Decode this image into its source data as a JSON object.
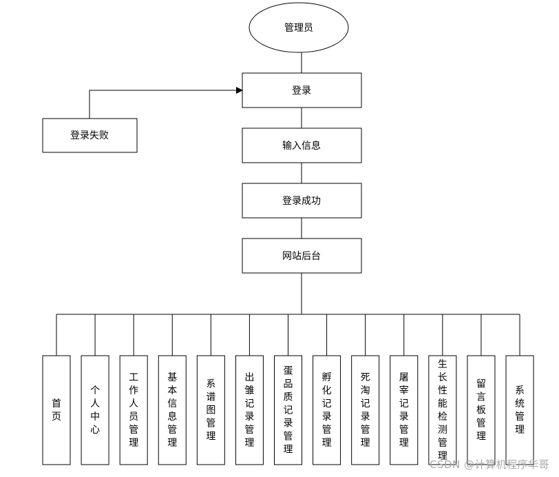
{
  "diagram": {
    "start": "管理员",
    "login": "登录",
    "login_fail": "登录失败",
    "input_info": "输入信息",
    "login_success": "登录成功",
    "backend": "网站后台",
    "modules": [
      "首页",
      "个人中心",
      "工作人员管理",
      "基本信息管理",
      "系谱图管理",
      "出雏记录管理",
      "蛋品质记录管理",
      "孵化记录管理",
      "死淘记录管理",
      "屠宰记录管理",
      "生长性能检测管理",
      "留言板管理",
      "系统管理"
    ]
  },
  "watermark": "CSDN @计算机程序华哥"
}
